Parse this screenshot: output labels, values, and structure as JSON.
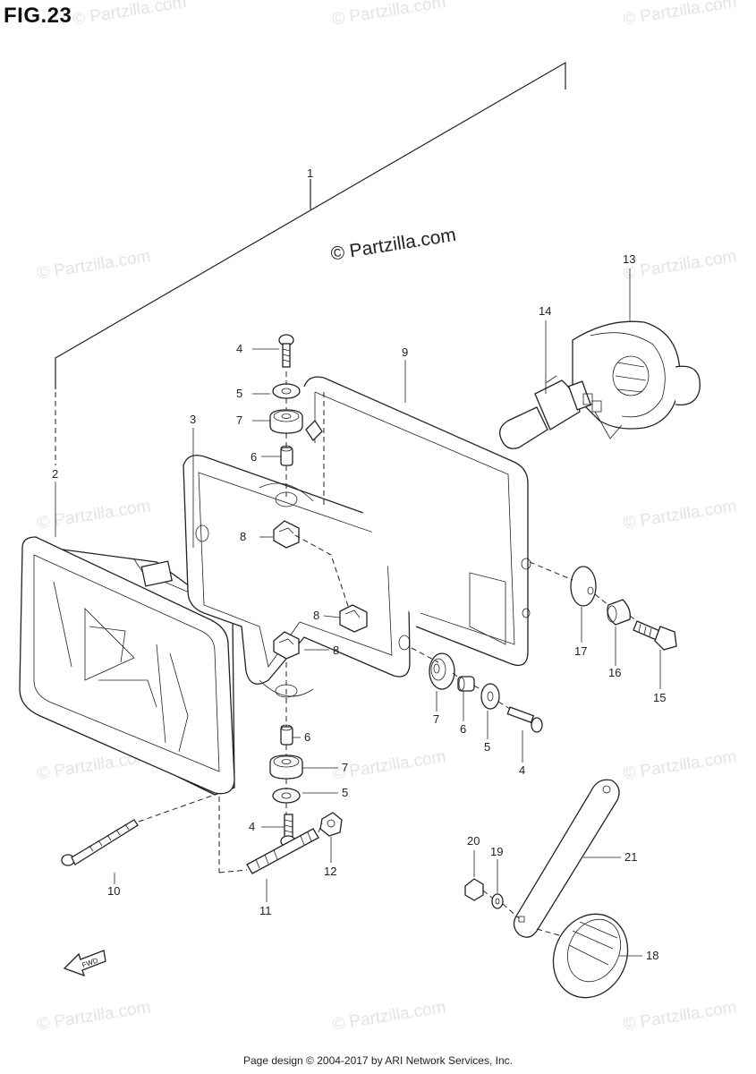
{
  "figure_title": "FIG.23",
  "center_watermark": "© Partzilla.com",
  "watermark_text": "© Partzilla.com",
  "footer": "Page design © 2004-2017 by ARI Network Services, Inc.",
  "fwd_arrow_label": "FWD",
  "callouts": {
    "p1": "1",
    "p2": "2",
    "p3": "3",
    "p4a": "4",
    "p4b": "4",
    "p4c": "4",
    "p5a": "5",
    "p5b": "5",
    "p5c": "5",
    "p6a": "6",
    "p6b": "6",
    "p6c": "6",
    "p7a": "7",
    "p7b": "7",
    "p7c": "7",
    "p8a": "8",
    "p8b": "8",
    "p8c": "8",
    "p9": "9",
    "p10": "10",
    "p11": "11",
    "p12": "12",
    "p13": "13",
    "p14": "14",
    "p15": "15",
    "p16": "16",
    "p17": "17",
    "p18": "18",
    "p19": "19",
    "p20": "20",
    "p21": "21"
  }
}
